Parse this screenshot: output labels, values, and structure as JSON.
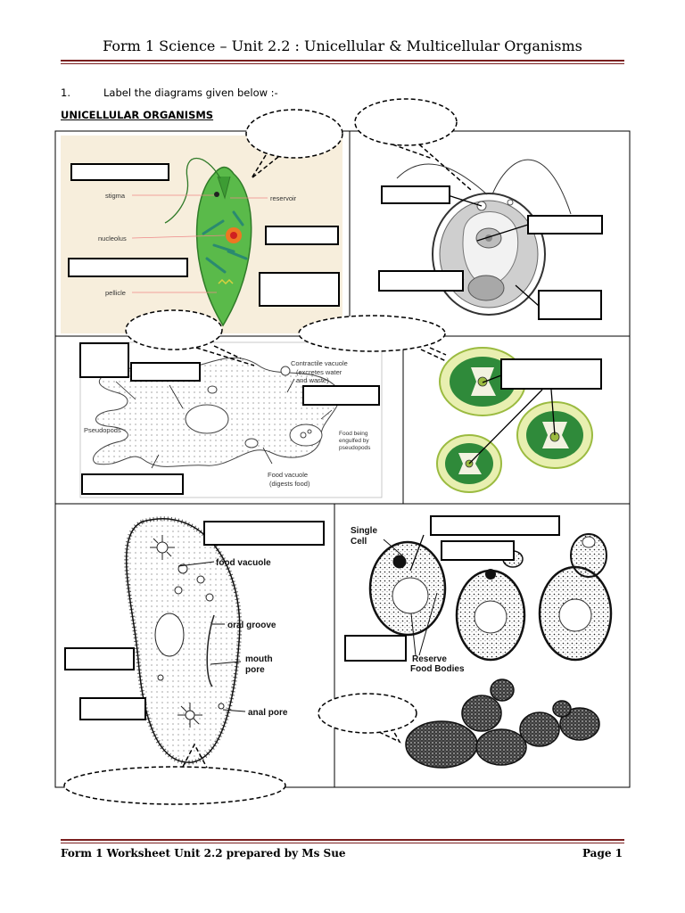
{
  "header": {
    "title": "Form 1 Science – Unit 2.2 : Unicellular & Multicellular Organisms"
  },
  "question": {
    "number": "1.",
    "text": "Label the diagrams given below :-"
  },
  "section": {
    "title": "UNICELLULAR ORGANISMS"
  },
  "euglena": {
    "stigma": "stigma",
    "nucleolus": "nucleolus",
    "pellicle": "pellicle",
    "reservoir": "reservoir"
  },
  "amoeba": {
    "contractile": [
      "Contractile vacuole",
      "(excretes water",
      "and waste)"
    ],
    "pseudopods": "Pseudopods",
    "food_engulfed": [
      "Food being",
      "engulfed by",
      "pseudopods"
    ],
    "food_vacuole": [
      "Food vacuole",
      "(digests food)"
    ]
  },
  "paramecium": {
    "food_vacuole": "food vacuole",
    "oral_groove": "oral groove",
    "mouth_pore": [
      "mouth",
      "pore"
    ],
    "anal_pore": "anal pore"
  },
  "yeast": {
    "single_cell": [
      "Single",
      "Cell"
    ],
    "reserve": [
      "Reserve",
      "Food Bodies"
    ]
  },
  "footer": {
    "left": "Form 1 Worksheet Unit 2.2 prepared by Ms Sue",
    "right": "Page 1"
  }
}
